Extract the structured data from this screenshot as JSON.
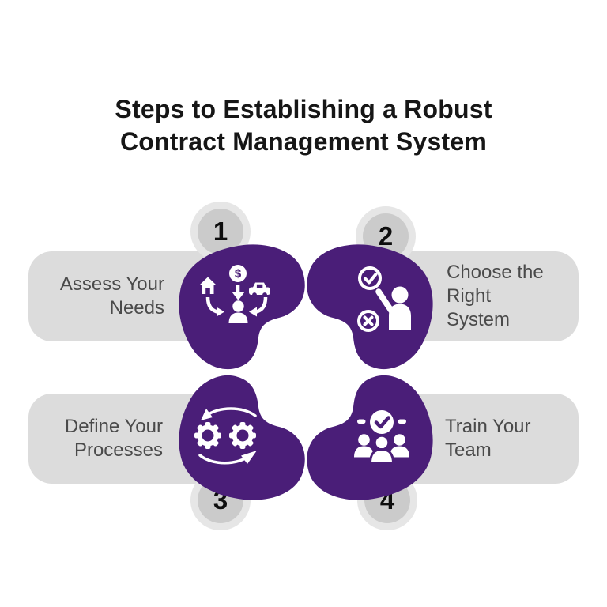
{
  "title": {
    "lines": [
      "Steps to Establishing a Robust",
      "Contract Management System"
    ]
  },
  "steps": [
    {
      "number": "1",
      "position": "top-left",
      "icon": "needs-assessment-icon",
      "lines": [
        "Assess Your",
        "Needs"
      ]
    },
    {
      "number": "2",
      "position": "top-right",
      "icon": "system-choice-icon",
      "lines": [
        "Choose the",
        "Right",
        "System"
      ]
    },
    {
      "number": "3",
      "position": "bottom-left",
      "icon": "process-gears-icon",
      "lines": [
        "Define Your",
        "Processes"
      ]
    },
    {
      "number": "4",
      "position": "bottom-right",
      "icon": "team-training-icon",
      "lines": [
        "Train Your",
        "Team"
      ]
    }
  ],
  "colors": {
    "blob_purple": "#4a1e78",
    "bar_gray": "#dcdcdc",
    "number_circle_inner": "#cbcbcb",
    "number_circle_halo": "#e6e6e6",
    "step_text": "#4a4a4a",
    "title_text": "#161616",
    "icon_color": "#ffffff",
    "background": "#ffffff"
  }
}
